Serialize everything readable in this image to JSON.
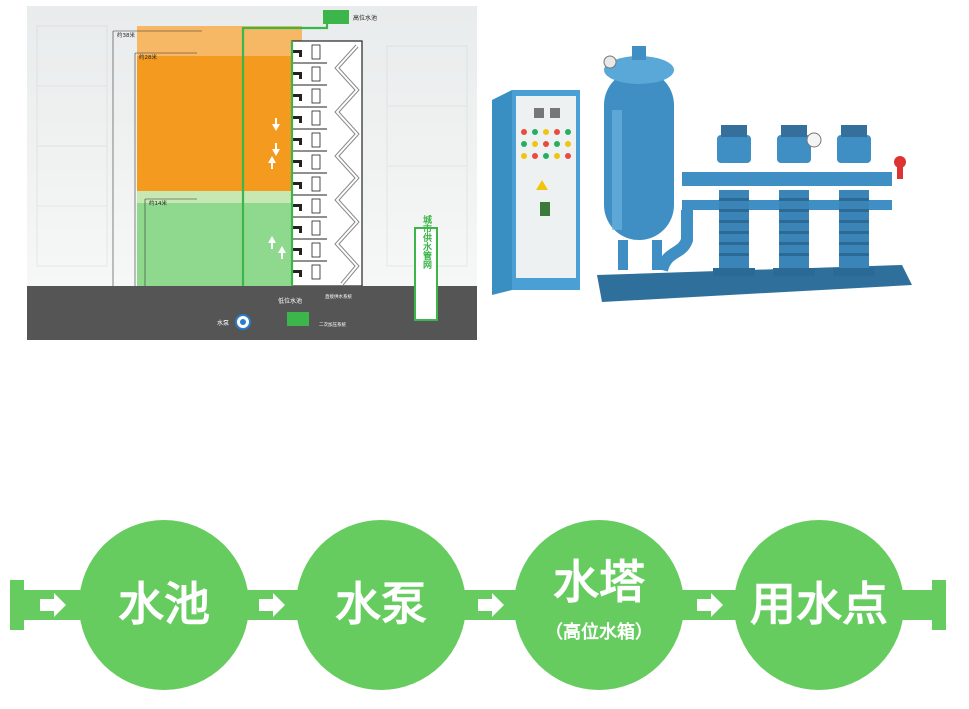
{
  "schematic": {
    "labels": {
      "high_tank": "高位水池",
      "low_tank": "低位水池",
      "pump": "水泵",
      "city_pipe": "城市供水管网",
      "height_top": "约38米",
      "height_mid": "约28米",
      "height_low": "约14米",
      "pipe_note_1": "直接供水系统",
      "pipe_note_2": "二次加压系统"
    },
    "colors": {
      "upper_zone": "#f39a1f",
      "lower_zone": "#7ed27e",
      "pipe": "#3cb54a",
      "ground": "#555555"
    }
  },
  "flow": {
    "nodes": [
      {
        "label": "水池",
        "sub": ""
      },
      {
        "label": "水泵",
        "sub": ""
      },
      {
        "label": "水塔",
        "sub": "（高位水箱）"
      },
      {
        "label": "用水点",
        "sub": ""
      }
    ],
    "colors": {
      "circle": "#66cc5f",
      "pipe": "#66cc5f",
      "arrow": "#ffffff"
    }
  }
}
